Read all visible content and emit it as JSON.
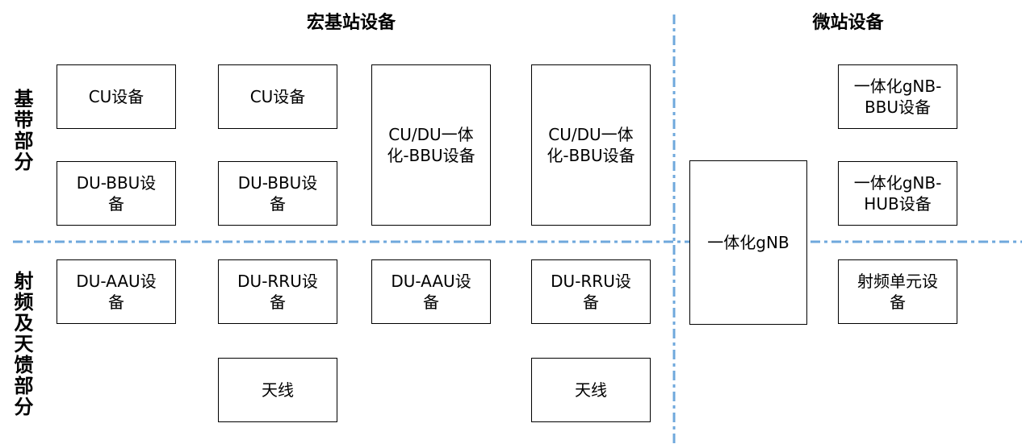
{
  "diagram": {
    "macro_section_title": "宏基站设备",
    "micro_section_title": "微站设备",
    "row_labels": {
      "baseband": "基带部分",
      "rf_antenna": "射频及天馈部分"
    },
    "colors": {
      "divider": "#6FA8DC",
      "box_border": "#000000",
      "box_background": "#FFFFFF",
      "text": "#000000"
    },
    "boxes": [
      {
        "label": "CU设备"
      },
      {
        "label": "CU设备"
      },
      {
        "label": "CU/DU一体\n化-BBU设备"
      },
      {
        "label": "CU/DU一体\n化-BBU设备"
      },
      {
        "label": "DU-BBU设\n备"
      },
      {
        "label": "DU-BBU设\n备"
      },
      {
        "label": "DU-AAU设\n备"
      },
      {
        "label": "DU-RRU设\n备"
      },
      {
        "label": "DU-AAU设\n备"
      },
      {
        "label": "DU-RRU设\n备"
      },
      {
        "label": "天线"
      },
      {
        "label": "天线"
      },
      {
        "label": "一体化gNB"
      },
      {
        "label": "一体化gNB-\nBBU设备"
      },
      {
        "label": "一体化gNB-\nHUB设备"
      },
      {
        "label": "射频单元设\n备"
      }
    ]
  }
}
